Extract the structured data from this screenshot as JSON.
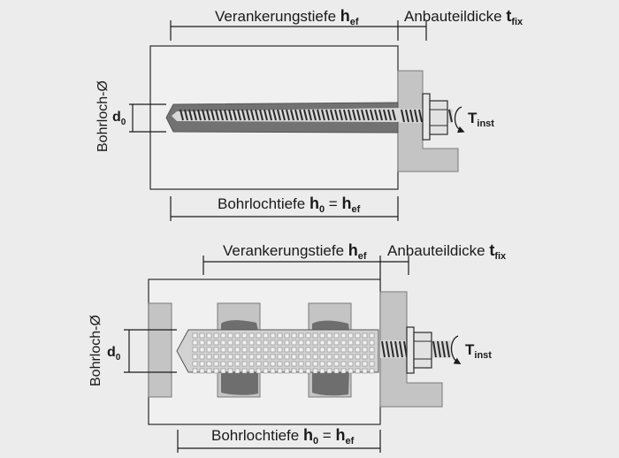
{
  "top_diagram": {
    "anchorage_depth": {
      "text": "Verankerungstiefe ",
      "symbol": "h",
      "subscript": "ef"
    },
    "fixture_thickness": {
      "text": "Anbauteildicke ",
      "symbol": "t",
      "subscript": "fix"
    },
    "borehole_diameter": "Bohrloch-Ø",
    "diameter_symbol": {
      "symbol": "d",
      "subscript": "0"
    },
    "torque": {
      "symbol": "T",
      "subscript": "inst"
    },
    "hole_depth": {
      "text": "Bohrlochtiefe ",
      "symbol": "h",
      "subscript": "0",
      "equals": " = ",
      "symbol2": "h",
      "subscript2": "ef"
    }
  },
  "bottom_diagram": {
    "anchorage_depth": {
      "text": "Verankerungstiefe ",
      "symbol": "h",
      "subscript": "ef"
    },
    "fixture_thickness": {
      "text": "Anbauteildicke ",
      "symbol": "t",
      "subscript": "fix"
    },
    "borehole_diameter": "Bohrloch-Ø",
    "diameter_symbol": {
      "symbol": "d",
      "subscript": "0"
    },
    "torque": {
      "symbol": "T",
      "subscript": "inst"
    },
    "hole_depth": {
      "text": "Bohrlochtiefe ",
      "symbol": "h",
      "subscript": "0",
      "equals": " = ",
      "symbol2": "h",
      "subscript2": "ef"
    }
  },
  "colors": {
    "background": "#ececec",
    "concrete": "#f0f0f0",
    "fixture": "#c4c4c4",
    "mortar": "#727272",
    "rod": "#d6d6d6",
    "text": "#1a1a1a"
  }
}
